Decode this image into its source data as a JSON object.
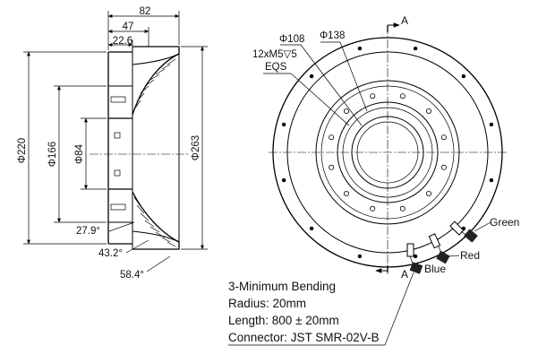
{
  "side_view": {
    "dims": {
      "width_total": "82",
      "width_mid": "47",
      "width_inner": "22.6",
      "dia_outer_left": "Φ220",
      "dia_mid_left": "Φ166",
      "dia_bore": "Φ84",
      "dia_outer_right": "Φ263"
    },
    "angles": [
      "27.9°",
      "43.2°",
      "58.4°"
    ]
  },
  "front_view": {
    "dia_label_1": "Φ108",
    "dia_label_2": "Φ138",
    "hole_callout_line1": "12xM5▽5",
    "hole_callout_line2": "EQS",
    "section_marker": "A",
    "wire_labels": [
      "Green",
      "Red",
      "Blue"
    ]
  },
  "notes": [
    "3-Minimum Bending",
    "Radius: 20mm",
    "Length: 800 ± 20mm",
    "Connector: JST SMR-02V-B"
  ]
}
